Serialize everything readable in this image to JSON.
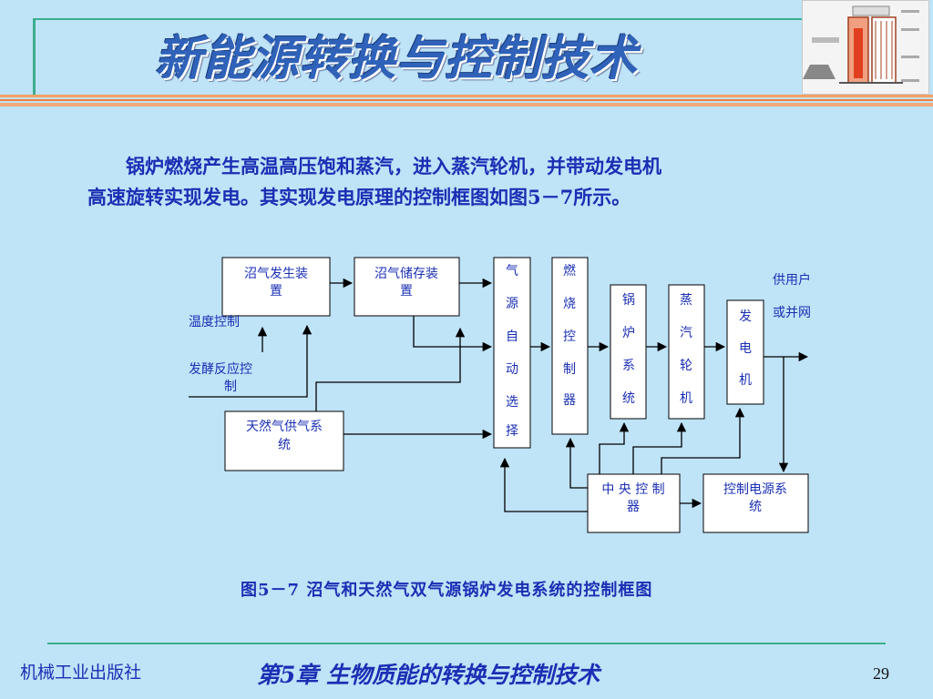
{
  "header": {
    "title": "新能源转换与控制技术"
  },
  "body": {
    "paragraph_line1": "锅炉燃烧产生高温高压饱和蒸汽，进入蒸汽轮机，并带动发电机",
    "paragraph_line2": "高速旋转实现发电。其实现发电原理的控制框图如图5－7所示。"
  },
  "diagram": {
    "box_biogas_gen": [
      "沼气发生装",
      "置"
    ],
    "box_biogas_store": [
      "沼气储存装",
      "置"
    ],
    "box_gas_select": [
      "气",
      "源",
      "自",
      "动",
      "选",
      "择"
    ],
    "box_burn_ctrl": [
      "燃",
      "烧",
      "控",
      "制",
      "器"
    ],
    "box_boiler": [
      "锅",
      "炉",
      "系",
      "统"
    ],
    "box_turbine": [
      "蒸",
      "汽",
      "轮",
      "机"
    ],
    "box_generator": [
      "发",
      "电",
      "机"
    ],
    "box_natural_gas": [
      "天然气供气系",
      "统"
    ],
    "box_central_ctrl": [
      "中 央 控 制",
      "器"
    ],
    "box_power_ctrl": [
      "控制电源系",
      "统"
    ],
    "label_temp": "温度控制",
    "label_ferment": [
      "发酵反应控",
      "制"
    ],
    "label_supply": [
      "供用户",
      "或并网"
    ]
  },
  "caption": "图5－7  沼气和天然气双气源锅炉发电系统的控制框图",
  "footer": {
    "publisher": "机械工业出版社",
    "chapter": "第5章  生物质能的转换与控制技术",
    "page": "29"
  }
}
